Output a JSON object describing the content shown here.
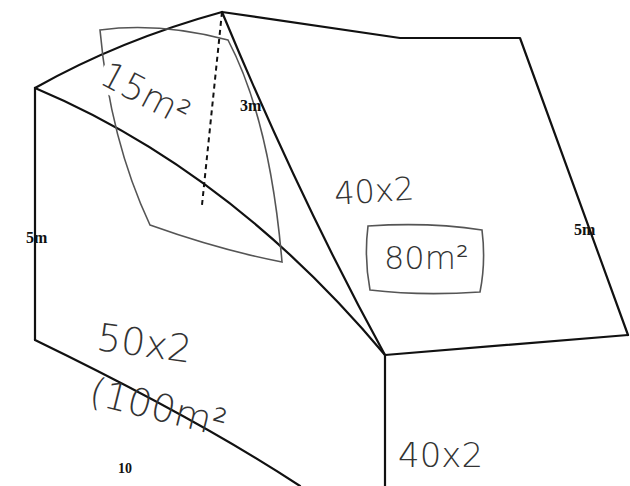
{
  "diagram": {
    "labels": [
      "15m²",
      "3m",
      "5m",
      "40x2",
      "80m²",
      "5m",
      "50x2",
      "(100m²",
      "10",
      "40x2"
    ]
  }
}
